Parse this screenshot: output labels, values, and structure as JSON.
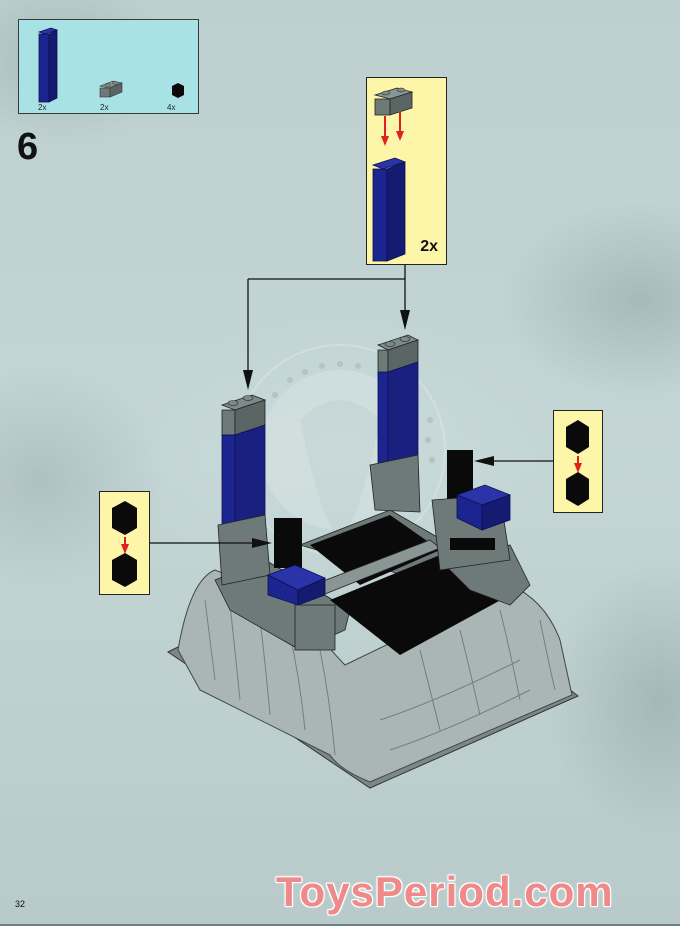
{
  "page": {
    "step_number": "6",
    "page_number": "32",
    "watermark": "ToysPeriod.com"
  },
  "parts_list": {
    "background_color": "#a9e2e5",
    "items": [
      {
        "part": "brick-1x2x5-dark-blue",
        "color": "#1c2490",
        "quantity": "2x"
      },
      {
        "part": "brick-1x2-dark-gray",
        "color": "#6d7a78",
        "quantity": "2x"
      },
      {
        "part": "round-1x1-black",
        "color": "#0a0a0a",
        "quantity": "4x"
      }
    ]
  },
  "callouts": {
    "pillar": {
      "background_color": "#fdf6a8",
      "quantity": "2x",
      "top_part": "brick-1x2-dark-gray",
      "bottom_part": "brick-1x2x5-dark-blue"
    },
    "right_hex": {
      "background_color": "#fdf6a8",
      "top_part": "round-1x1-black",
      "bottom_part": "round-1x1-black"
    },
    "left_hex": {
      "background_color": "#fdf6a8",
      "top_part": "round-1x1-black",
      "bottom_part": "round-1x1-black"
    }
  },
  "colors": {
    "dark_blue": "#1c2490",
    "dark_gray": "#6d7a78",
    "light_gray_rock": "#aab8b6",
    "black": "#0a0a0a",
    "arrow_red": "#e02020",
    "callout_yellow": "#fdf6a8",
    "parts_cyan": "#a9e2e5"
  }
}
